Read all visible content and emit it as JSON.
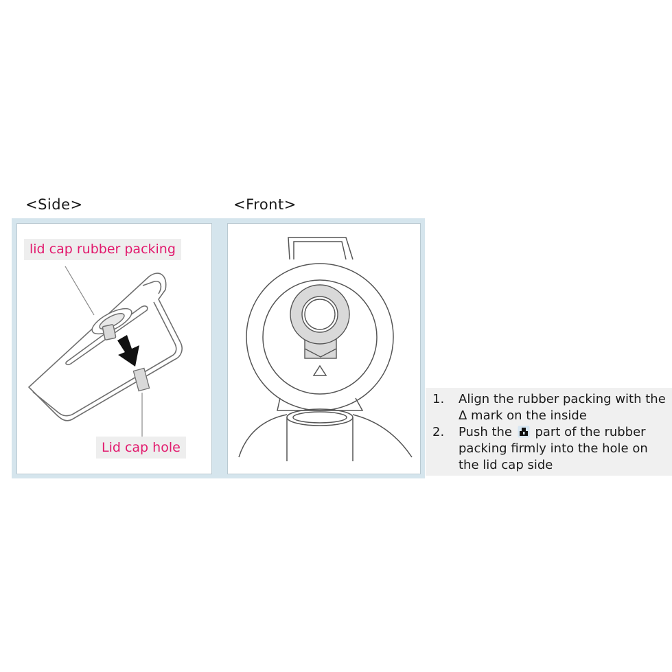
{
  "headings": {
    "side": "<Side>",
    "front": "<Front>"
  },
  "labels": {
    "rubber_packing": "lid cap rubber packing",
    "cap_hole": "Lid cap hole"
  },
  "instructions": {
    "step1": {
      "number": "1.",
      "line1": "Align the rubber packing with the",
      "line2": "Δ mark on the inside"
    },
    "step2": {
      "number": "2.",
      "before_icon": "Push the",
      "after_icon": "part of the rubber",
      "line2": "packing firmly into the hole on",
      "line3": "the lid cap side",
      "icon": "tab-part-icon"
    }
  },
  "colors": {
    "label_text": "#e2196d",
    "frame": "#d5e5ed",
    "part_gray": "#d9d9d9"
  }
}
